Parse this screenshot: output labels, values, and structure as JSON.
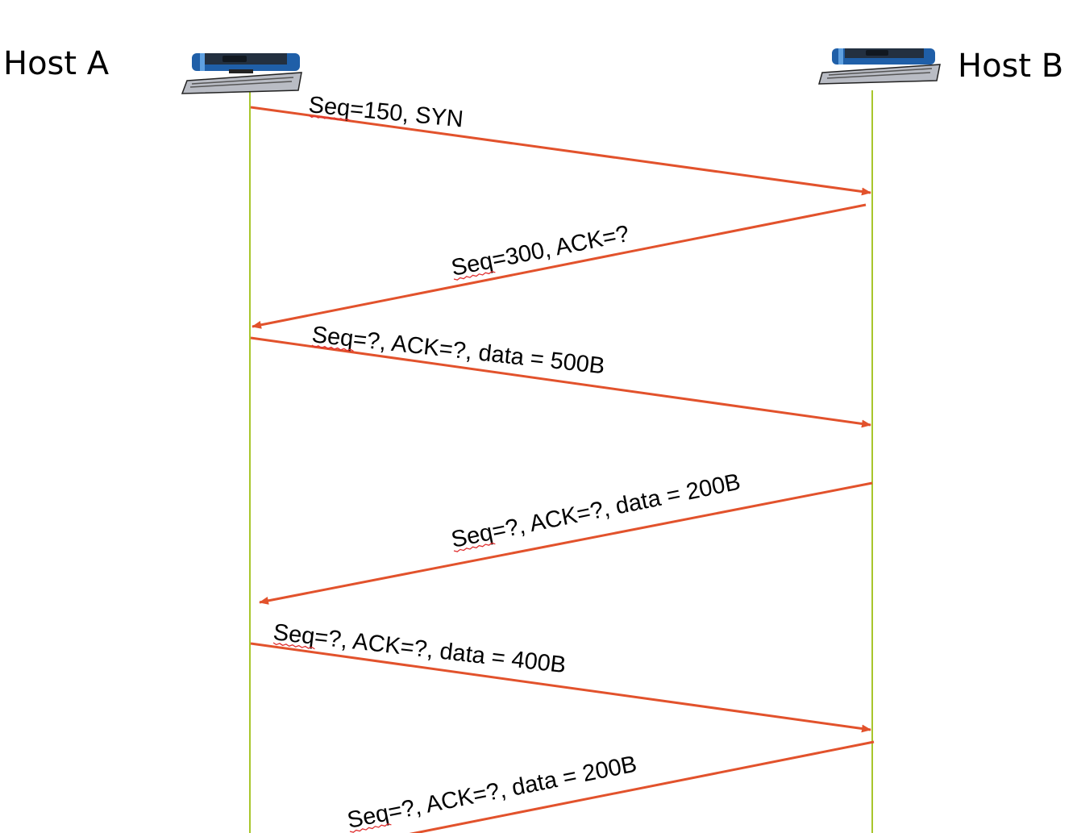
{
  "hosts": {
    "a": {
      "label": "Host A",
      "icon": "computer-icon"
    },
    "b": {
      "label": "Host B",
      "icon": "computer-icon"
    }
  },
  "colors": {
    "arrow": "#e2522c",
    "timeline": "#a8c62c",
    "monitor_body": "#1f5fa8",
    "monitor_screen": "#233040",
    "keyboard": "#b9bcc4"
  },
  "messages": [
    {
      "label": "Seq=150, SYN",
      "direction": "A-to-B"
    },
    {
      "label": "Seq=300, ACK=?",
      "direction": "B-to-A"
    },
    {
      "label": "Seq=?, ACK=?, data = 500B",
      "direction": "A-to-B"
    },
    {
      "label": "Seq=?, ACK=?, data = 200B",
      "direction": "B-to-A"
    },
    {
      "label": "Seq=?, ACK=?, data = 400B",
      "direction": "A-to-B"
    },
    {
      "label": "Seq=?, ACK=?, data = 200B",
      "direction": "B-to-A"
    }
  ]
}
